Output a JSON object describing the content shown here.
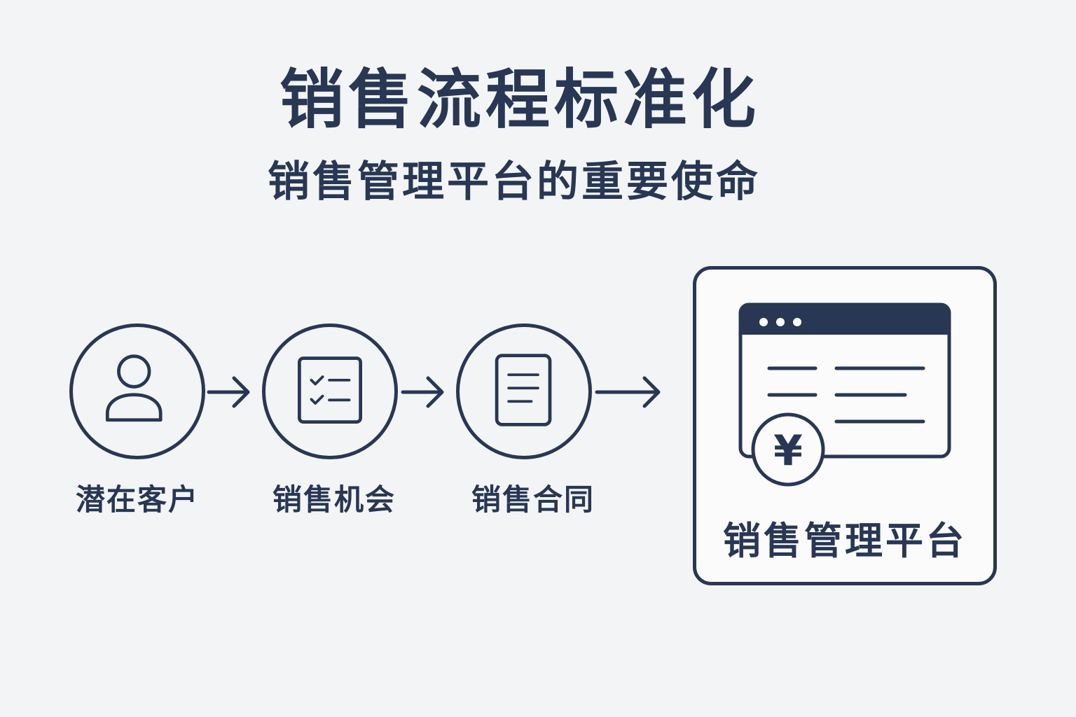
{
  "header": {
    "title": "销售流程标准化",
    "subtitle": "销售管理平台的重要使命"
  },
  "steps": [
    {
      "label": "潜在客户",
      "icon": "user-icon"
    },
    {
      "label": "销售机会",
      "icon": "checklist-icon"
    },
    {
      "label": "销售合同",
      "icon": "document-icon"
    }
  ],
  "platform": {
    "label": "销售管理平台",
    "icon": "browser-window-icon",
    "currency_symbol": "¥"
  },
  "colors": {
    "primary": "#283753",
    "background": "#f3f4f5",
    "card": "#fbfbfc"
  }
}
